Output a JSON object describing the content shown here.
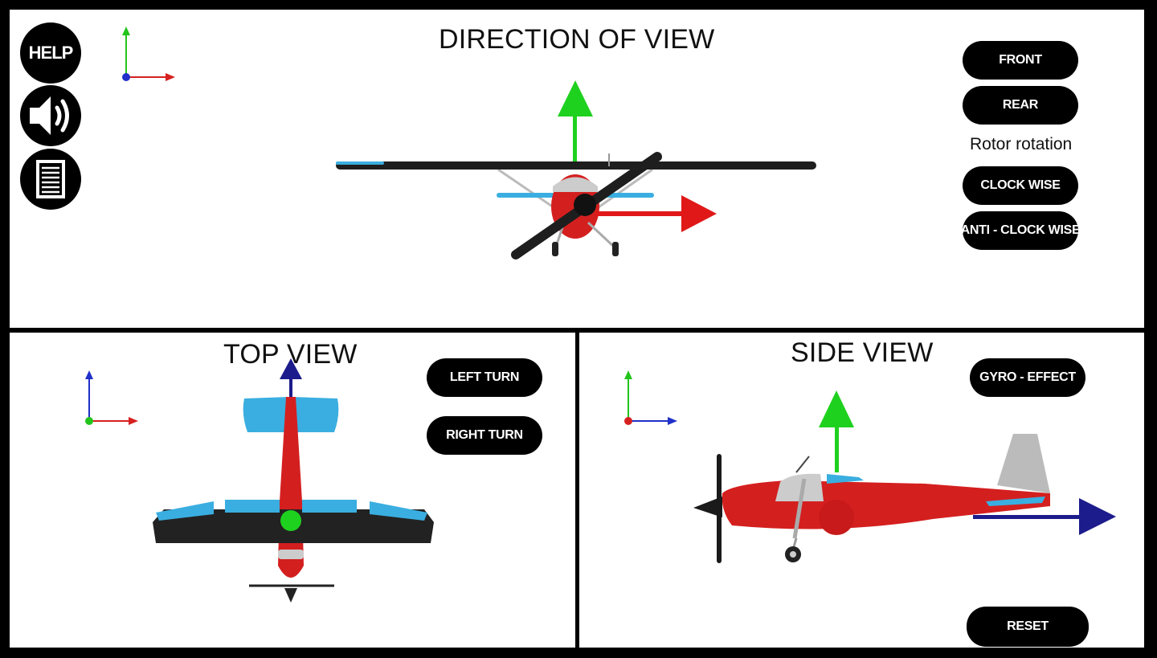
{
  "top_panel": {
    "title": "DIRECTION OF VIEW",
    "side_buttons": {
      "help_label": "HELP",
      "sound_icon": "speaker-icon",
      "notes_icon": "document-icon"
    },
    "view_buttons": {
      "front": "FRONT",
      "rear": "REAR"
    },
    "rotor_label": "Rotor rotation",
    "rotor_buttons": {
      "clockwise": "CLOCK WISE",
      "anticlockwise": "ANTI - CLOCK WISE"
    }
  },
  "top_view_panel": {
    "title": "TOP VIEW",
    "buttons": {
      "left_turn": "LEFT TURN",
      "right_turn": "RIGHT TURN"
    }
  },
  "side_view_panel": {
    "title": "SIDE VIEW",
    "buttons": {
      "gyro": "GYRO - EFFECT",
      "reset": "RESET"
    }
  },
  "colors": {
    "axis_x": "#d62020",
    "axis_y": "#22c41c",
    "axis_z": "#2030c8",
    "fuselage": "#d41f1f",
    "wing_trim": "#3aaee0",
    "wing_dark": "#222222",
    "arrow_green": "#1fd11f",
    "arrow_red": "#e01818",
    "arrow_navy": "#1c1c8c",
    "button_bg": "#000000"
  }
}
